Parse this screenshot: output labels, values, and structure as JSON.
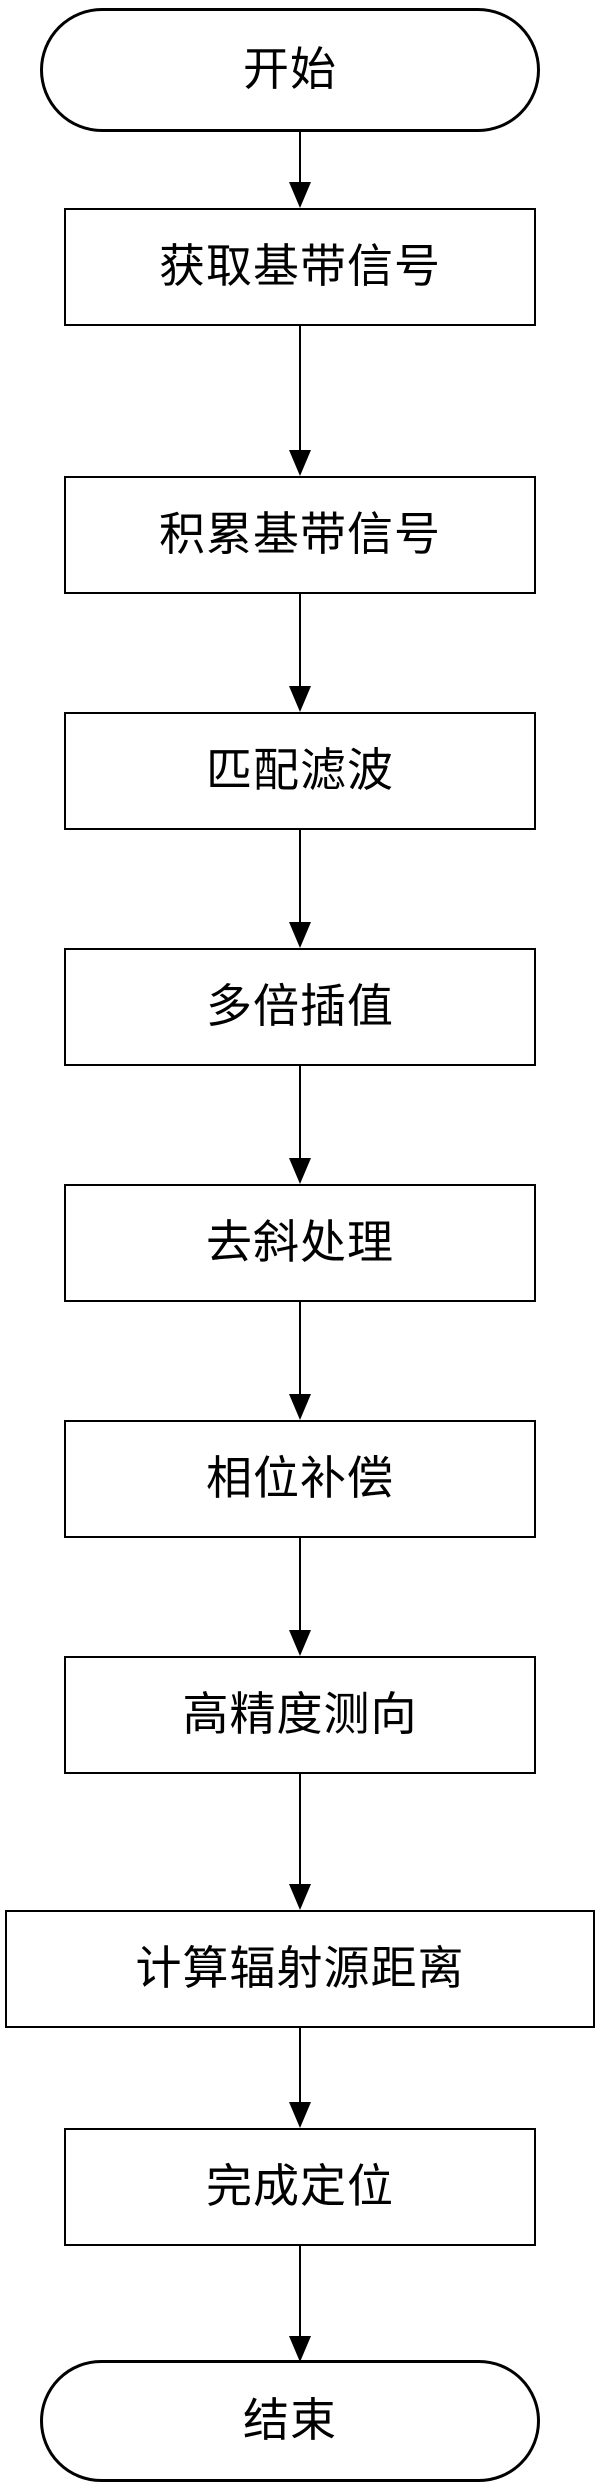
{
  "diagram": {
    "type": "flowchart",
    "orientation": "vertical-top-to-bottom",
    "background_color": "#ffffff",
    "line_color": "#000000",
    "text_color": "#000000",
    "nodes": [
      {
        "id": "start",
        "label": "开始",
        "shape": "terminal"
      },
      {
        "id": "step1",
        "label": "获取基带信号",
        "shape": "process"
      },
      {
        "id": "step2",
        "label": "积累基带信号",
        "shape": "process"
      },
      {
        "id": "step3",
        "label": "匹配滤波",
        "shape": "process"
      },
      {
        "id": "step4",
        "label": "多倍插值",
        "shape": "process"
      },
      {
        "id": "step5",
        "label": "去斜处理",
        "shape": "process"
      },
      {
        "id": "step6",
        "label": "相位补偿",
        "shape": "process"
      },
      {
        "id": "step7",
        "label": "高精度测向",
        "shape": "process"
      },
      {
        "id": "step8",
        "label": "计算辐射源距离",
        "shape": "process-wide"
      },
      {
        "id": "step9",
        "label": "完成定位",
        "shape": "process"
      },
      {
        "id": "end",
        "label": "结束",
        "shape": "terminal"
      }
    ],
    "edges": [
      {
        "from": "start",
        "to": "step1",
        "arrow": "down"
      },
      {
        "from": "step1",
        "to": "step2",
        "arrow": "down"
      },
      {
        "from": "step2",
        "to": "step3",
        "arrow": "down"
      },
      {
        "from": "step3",
        "to": "step4",
        "arrow": "down"
      },
      {
        "from": "step4",
        "to": "step5",
        "arrow": "down"
      },
      {
        "from": "step5",
        "to": "step6",
        "arrow": "down"
      },
      {
        "from": "step6",
        "to": "step7",
        "arrow": "down"
      },
      {
        "from": "step7",
        "to": "step8",
        "arrow": "down"
      },
      {
        "from": "step8",
        "to": "step9",
        "arrow": "down"
      },
      {
        "from": "step9",
        "to": "end",
        "arrow": "down"
      }
    ]
  }
}
